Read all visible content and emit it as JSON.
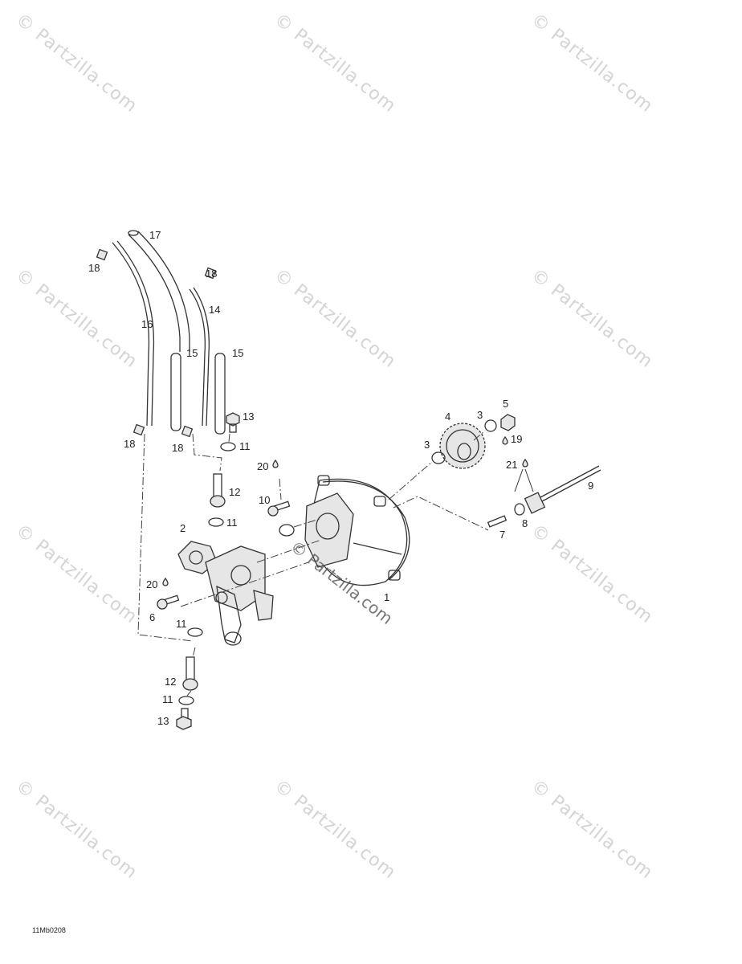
{
  "watermark": "© Partzilla.com",
  "center_watermark": "© Partzilla.com",
  "reference_code": "11Mb0208",
  "callouts": [
    "1",
    "2",
    "3",
    "3",
    "4",
    "5",
    "6",
    "7",
    "8",
    "9",
    "10",
    "11",
    "11",
    "11",
    "11",
    "12",
    "12",
    "13",
    "13",
    "14",
    "15",
    "15",
    "16",
    "17",
    "18",
    "18",
    "18",
    "18",
    "19",
    "20",
    "20",
    "21"
  ]
}
